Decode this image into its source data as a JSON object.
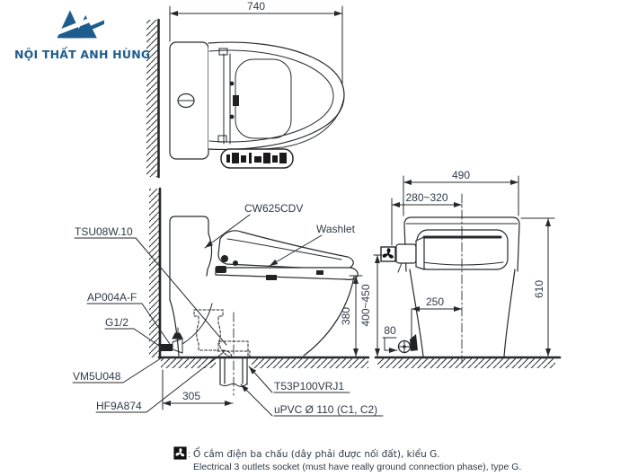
{
  "brand": {
    "name": "NỘI THẤT ANH HÙNG"
  },
  "icons": {
    "brand": "mountain-swoosh-logo-icon",
    "front_socket": "power-socket-icon",
    "legend_socket": "power-socket-icon"
  },
  "views": {
    "top": {
      "dims": {
        "width": "740"
      }
    },
    "side": {
      "labels": {
        "cw": "CW625CDV",
        "washlet": "Washlet",
        "tsu": "TSU08W.10",
        "ap": "AP004A-F",
        "g": "G1/2",
        "vm": "VM5U048",
        "hf": "HF9A874",
        "t53": "T53P100VRJ1",
        "upvc": "uPVC Ø 110 (C1, C2)"
      },
      "dims": {
        "seat_height": "380",
        "drain_offset": "305"
      }
    },
    "front": {
      "dims": {
        "width": "490",
        "offset_range": "280~320",
        "height": "610",
        "socket_height": "400~450",
        "center_offset": "250",
        "valve_height": "80"
      }
    }
  },
  "legend": {
    "colon": ":",
    "note_vi": "Ổ cắm điện ba chấu (dây phải được nối đất), kiểu G.",
    "note_en": "Electrical 3 outlets socket (must have really ground connection phase), type G."
  }
}
